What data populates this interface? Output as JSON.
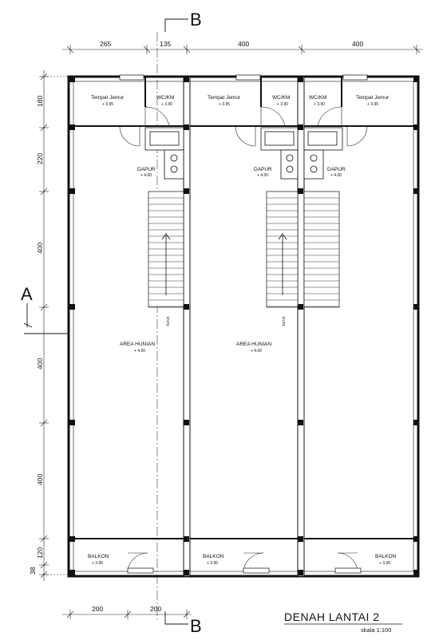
{
  "drawing": {
    "title": "DENAH LANTAI 2",
    "scale": "skala 1:100",
    "section_a": "A",
    "section_b": "B"
  },
  "dims_top": [
    "265",
    "135",
    "400",
    "400"
  ],
  "dims_left": [
    "180",
    "220",
    "400",
    "400",
    "400",
    "120",
    "38"
  ],
  "dims_bottom": [
    "200",
    "200"
  ],
  "rooms": {
    "tempat_jemur": "Tempat Jemur",
    "tempat_jemur_elev": "+ 3.95",
    "wc": "WC/KM",
    "wc_elev": "+ 3.90",
    "dapur": "DAPUR",
    "dapur_elev": "+ 4.00",
    "area": "AREA HUNIAN",
    "area_elev": "+ 4.00",
    "balkon": "BALKON",
    "balkon_elev": "+ 3.95",
    "turun": "turun"
  }
}
